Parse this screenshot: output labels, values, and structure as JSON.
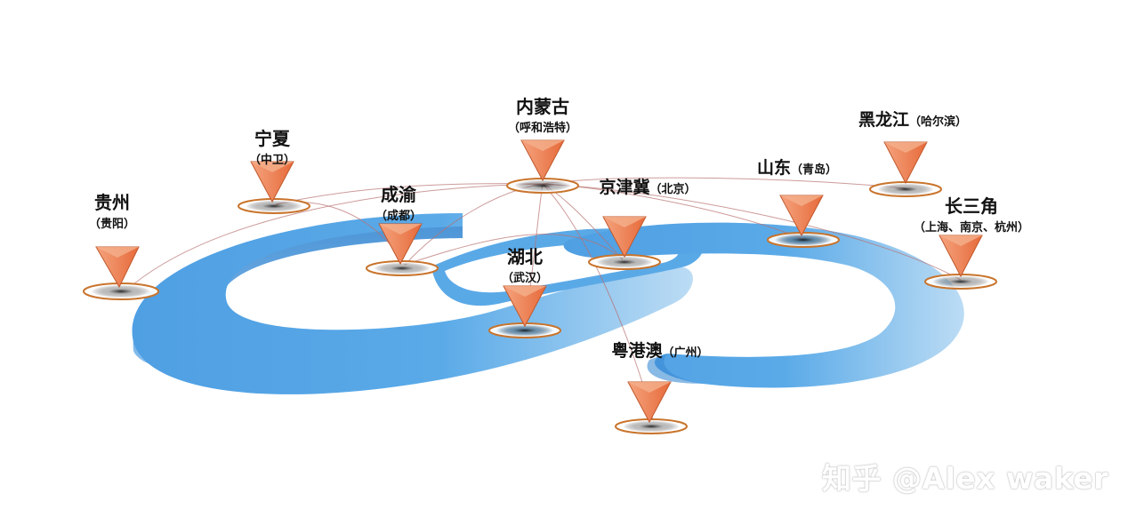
{
  "nodes": {
    "guizhou": {
      "name": "贵州",
      "city": "（贵阳）"
    },
    "ningxia": {
      "name": "宁夏",
      "city": "（中卫）"
    },
    "chengyu": {
      "name": "成渝",
      "city": "（成都）"
    },
    "neimenggu": {
      "name": "内蒙古",
      "city": "（呼和浩特）"
    },
    "hubei": {
      "name": "湖北",
      "city": "（武汉）"
    },
    "jingjinji": {
      "name": "京津冀",
      "city": "（北京）"
    },
    "yuegangao": {
      "name": "粤港澳",
      "city": "（广州）"
    },
    "shandong": {
      "name": "山东",
      "city": "（青岛）"
    },
    "heilongjiang": {
      "name": "黑龙江",
      "city": "（哈尔滨）"
    },
    "changsanjiao": {
      "name": "长三角",
      "city": "（上海、南京、杭州）"
    }
  },
  "watermark": "知乎 @Alex waker",
  "colors": {
    "ribbon_dark": "#4aa0e6",
    "ribbon_light": "#a9d3f2",
    "marker": "#f08a5d",
    "ring": "#c8742c",
    "link": "#b87070"
  }
}
